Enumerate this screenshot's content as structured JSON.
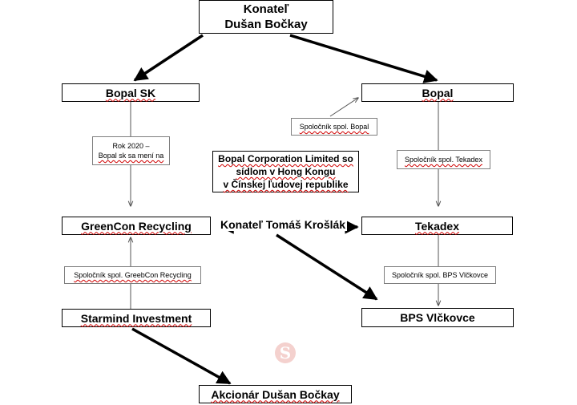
{
  "root": {
    "line1": "Konateľ",
    "line2": "Dušan Bočkay"
  },
  "left_company": "Bopal SK",
  "right_company": "Bopal",
  "note_rename": {
    "line1": "Rok 2020 –",
    "line2": "Bopal sk sa mení na"
  },
  "note_partner_bopal": "Spoločník spol. Bopal",
  "bopal_corp": {
    "line1": "Bopal Corporation Limited so",
    "line2": "sídlom v Hong Kongu",
    "line3": "v Čínskej ľudovej republike"
  },
  "note_partner_tekadex": "Spoločník spol. Tekadex",
  "greencon": "GreenCon Recycling",
  "director": "Konateľ Tomáš Krošlák",
  "tekadex": "Tekadex",
  "note_partner_greencon": "Spoločník spol. GreebCon Recycling",
  "note_partner_bps": "Spoločník spol. BPS Vlčkovce",
  "starmind": "Starmind Investment",
  "bps": "BPS Vlčkovce",
  "shareholder": "Akcionár Dušan Bočkay",
  "watermark_letter": "S"
}
